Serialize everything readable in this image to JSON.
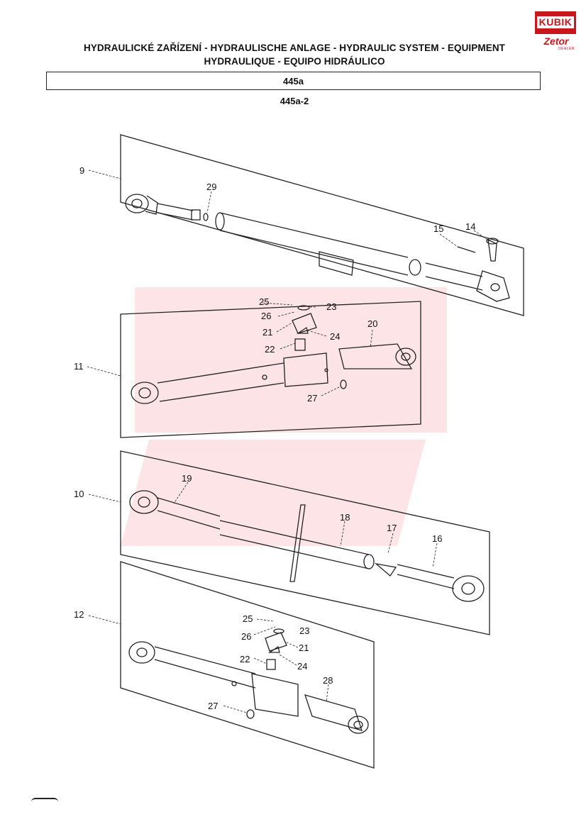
{
  "header": {
    "title_line1": "HYDRAULICKÉ ZAŘÍZENÍ - HYDRAULISCHE ANLAGE - HYDRAULIC SYSTEM - EQUIPMENT",
    "title_line2": "HYDRAULIQUE - EQUIPO HIDRÁULICO",
    "section_code": "445a",
    "figure_code": "445a-2"
  },
  "logo": {
    "brand": "KUBIK",
    "sub_brand": "Zetor",
    "tagline": "DEALER",
    "color": "#c8161d"
  },
  "callouts": {
    "c9": "9",
    "c29": "29",
    "c15": "15",
    "c14": "14",
    "c25a": "25",
    "c23a": "23",
    "c26a": "26",
    "c21a": "21",
    "c24a": "24",
    "c22a": "22",
    "c20": "20",
    "c11": "11",
    "c27a": "27",
    "c10": "10",
    "c19": "19",
    "c18": "18",
    "c17": "17",
    "c16": "16",
    "c12": "12",
    "c25b": "25",
    "c23b": "23",
    "c26b": "26",
    "c21b": "21",
    "c22b": "22",
    "c24b": "24",
    "c28": "28",
    "c27b": "27"
  }
}
